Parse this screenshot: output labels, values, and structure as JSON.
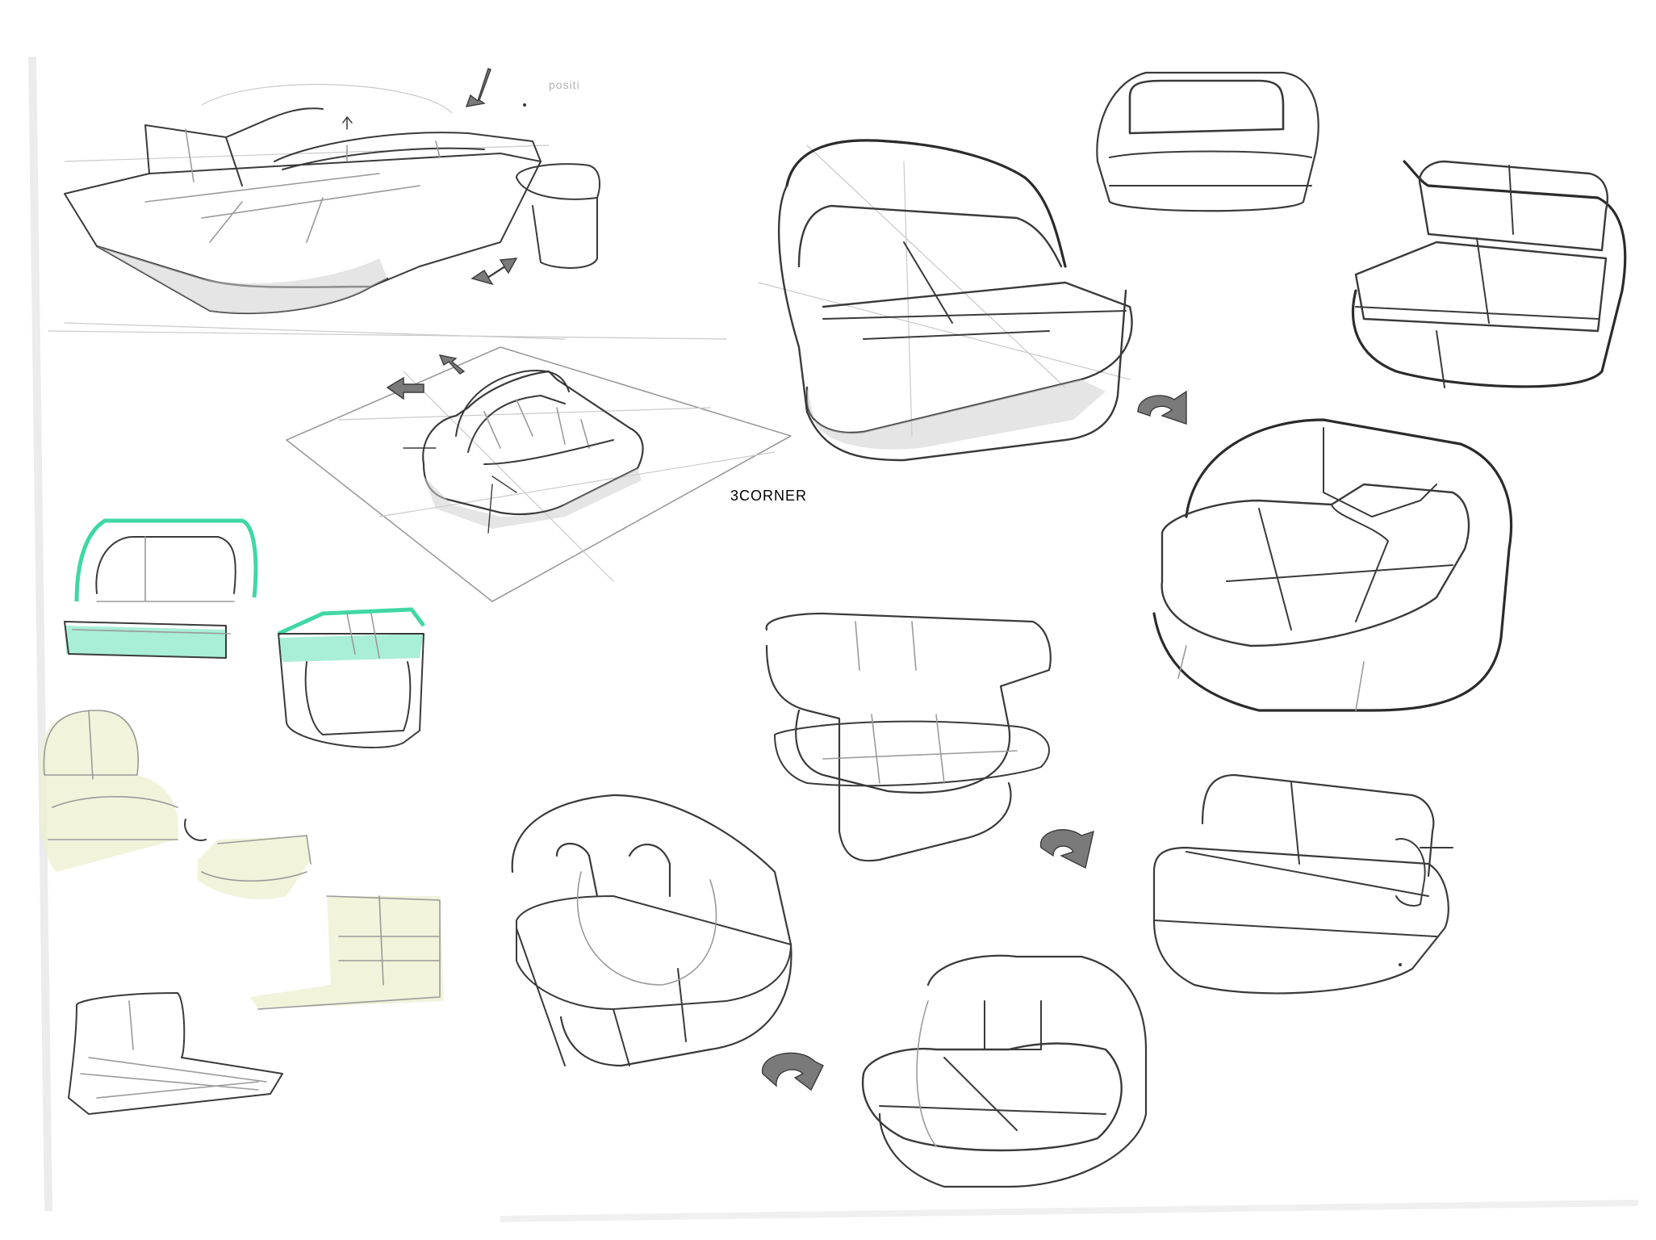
{
  "sheet": {
    "background": "#ffffff",
    "pencil_color": "#3a3a3a",
    "marker_accent": "#3fd8a4",
    "highlighter_tint": "#eef0d2"
  },
  "annotations": {
    "top_note": "positi",
    "corner_note": "3CORNER"
  },
  "sketches": [
    {
      "icon": "modular-sofa-sketch"
    },
    {
      "icon": "floor-layout-sketch"
    },
    {
      "icon": "armchair-sketch"
    },
    {
      "icon": "rotate-arrow-icon"
    },
    {
      "icon": "loveseat-sketch"
    }
  ]
}
